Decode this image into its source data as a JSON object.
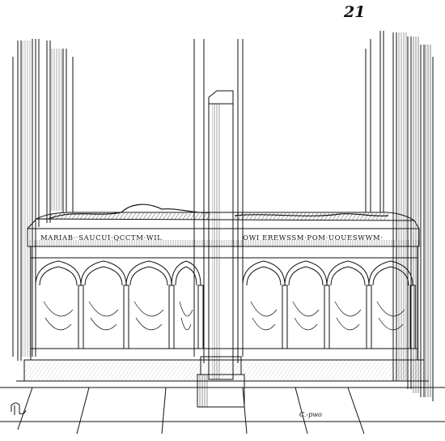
{
  "page": {
    "number": "21"
  },
  "tomb": {
    "inscription_left": "MARIAB··SAUCUI·QCCTM·WIL",
    "inscription_right": "OWI EREWSSM·POM·UOUESWWM·"
  },
  "signatures": {
    "engraver": "C.-pwo",
    "monogram": "monogram-mark"
  },
  "colors": {
    "ink": "#111111",
    "paper": "#ffffff"
  }
}
